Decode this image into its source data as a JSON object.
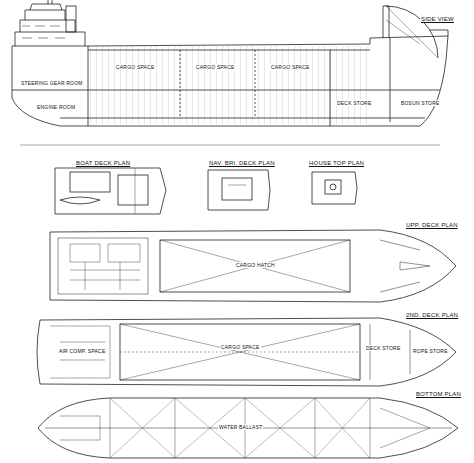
{
  "diagram": {
    "labels": [
      "SIDE VIEW",
      "BOAT DECK PLAN",
      "NAV. BRI. DECK PLAN",
      "HOUSE TOP PLAN",
      "UPP. DECK PLAN",
      "2ND. DECK PLAN",
      "BOTTOM PLAN",
      "CARGO SPACE",
      "CARGO SPACE",
      "CARGO SPACE",
      "ENGINE ROOM",
      "STEERING GEAR ROOM",
      "DECK STORE",
      "BOSUN STORE",
      "CARGO HATCH",
      "CARGO SPACE",
      "AIR COMP. SPACE",
      "DECK STORE",
      "ROPE STORE",
      "WATER BALLAST"
    ]
  }
}
